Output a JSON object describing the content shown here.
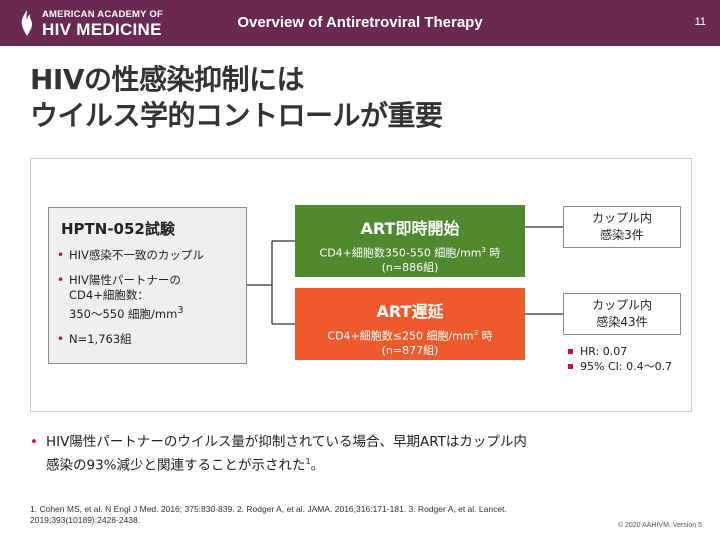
{
  "header": {
    "logo_line1": "AMERICAN ACADEMY OF",
    "logo_line2": "HIV MEDICINE",
    "title": "Overview of Antiretroviral Therapy",
    "page_number": "11",
    "bar_color": "#6a2a4f"
  },
  "slide": {
    "title_line1": "HIVの性感染抑制には",
    "title_line2": "ウイルス学的コントロールが重要"
  },
  "study": {
    "title": "HPTN-052試験",
    "bullets": [
      "HIV感染不一致のカップル",
      "HIV陽性パートナーの",
      "CD4+細胞数：",
      "350〜550 細胞/mm",
      "3",
      "N=1,763組"
    ]
  },
  "arms": [
    {
      "title": "ART即時開始",
      "line1": "CD4+細胞数350-550 細胞/mm",
      "sup": "3",
      "line1_suffix": " 時",
      "line2": "(n=886組)",
      "color": "#4f8a2f"
    },
    {
      "title": "ART遅延",
      "line1": "CD4+細胞数≤250 細胞/mm",
      "sup": "3",
      "line1_suffix": " 時",
      "line2": "(n=877組)",
      "color": "#ee5a2c"
    }
  ],
  "results": [
    {
      "line1": "カップル内",
      "line2": "感染3件"
    },
    {
      "line1": "カップル内",
      "line2": "感染43件"
    }
  ],
  "stats": [
    "HR: 0.07",
    "95% CI: 0.4〜0.7"
  ],
  "bullet": {
    "line1": "HIV陽性パートナーのウイルス量が抑制されている場合、早期ARTはカップル内",
    "line2": "感染の93%減少と関連することが示された",
    "sup": "1",
    "end": "。"
  },
  "footnote": {
    "line1": "1. Cohen MS, et al. N Engl J Med. 2016; 375:830-839. 2. Rodger A, et al. JAMA. 2016;316:171-181. 3. Rodger A, et al. Lancet.",
    "line2": "2019;393(10189):2428-2438."
  },
  "copyright": "© 2020 AAHIVM. Version 5"
}
